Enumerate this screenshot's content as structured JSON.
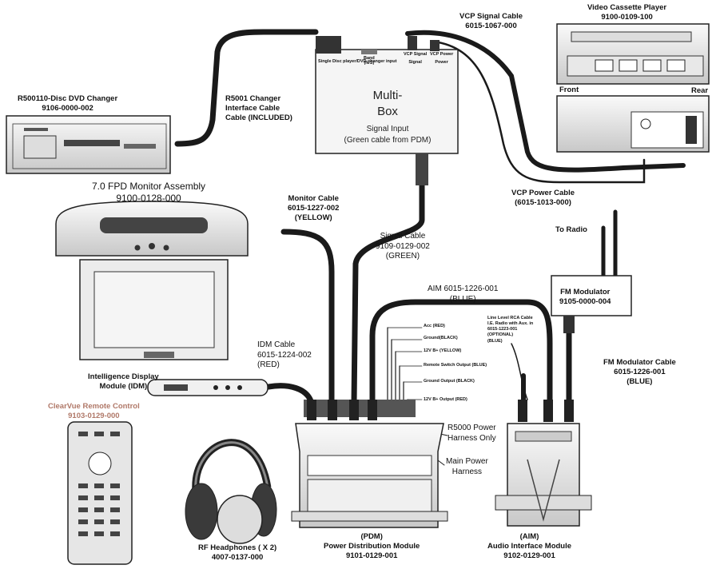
{
  "components": {
    "dvd_changer": {
      "name": "R500110-Disc DVD Changer",
      "part": "9106-0000-002"
    },
    "changer_cable": {
      "line1": "R5001 Changer",
      "line2": "Interface Cable",
      "line3": "Cable (INCLUDED)"
    },
    "multibox": {
      "title1": "Multi-",
      "title2": "Box",
      "signal_input1": "Signal Input",
      "signal_input2": "(Green cable from PDM)",
      "port_changer": "Single Disc player/DVD changer input",
      "port_band": "Band",
      "port_band2": "(N/S)",
      "port_vcp_signal": "VCP Signal",
      "port_vcp_power": "VCP Power",
      "port_signal": "Signal",
      "port_power": "Power"
    },
    "vcp_signal_cable": {
      "name": "VCP Signal Cable",
      "part": "6015-1067-000"
    },
    "vcr": {
      "name": "Video Cassette Player",
      "part": "9100-0109-100",
      "front": "Front",
      "rear": "Rear"
    },
    "vcp_power_cable": {
      "name": "VCP Power Cable",
      "part": "(6015-1013-000)"
    },
    "monitor": {
      "name": "7.0 FPD Monitor Assembly",
      "part": "9100-0128-000"
    },
    "monitor_cable": {
      "name": "Monitor Cable",
      "part": "6015-1227-002",
      "color": "(YELLOW)"
    },
    "signal_cable": {
      "name": "Signal Cable",
      "part": "9109-0129-002",
      "color": "(GREEN)"
    },
    "to_radio": "To Radio",
    "fm_modulator": {
      "name": "FM Modulator",
      "part": "9105-0000-004"
    },
    "aim_cable": {
      "name": "AIM 6015-1226-001",
      "color": "(BLUE)"
    },
    "wires": {
      "acc": "Acc (RED)",
      "ground": "Ground(BLACK)",
      "b12": "12V B+ (YELLOW)",
      "remote": "Remote Switch Output (BLUE)",
      "ground_out": "Ground Output (BLACK)",
      "b12_out": "12V B+ Output (RED)"
    },
    "line_level": {
      "l1": "Line Level RCA Cable",
      "l2": "I.E. Radio with Aux. in",
      "l3": "6015-1223-001",
      "l4": "(OPTIONAL)",
      "l5": "(BLUE)"
    },
    "fm_mod_cable": {
      "name": "FM Modulator Cable",
      "part": "6015-1226-001",
      "color": "(BLUE)"
    },
    "idm_cable": {
      "name": "IDM Cable",
      "part": "6015-1224-002",
      "color": "(RED)"
    },
    "idm": {
      "line1": "Intelligence Display",
      "line2": "Module (IDM)"
    },
    "remote": {
      "name": "ClearVue Remote Control",
      "part": "9103-0129-000"
    },
    "r5000_harness": {
      "line1": "R5000 Power",
      "line2": "Harness Only"
    },
    "main_harness": {
      "line1": "Main Power",
      "line2": "Harness"
    },
    "headphones": {
      "name": "RF Headphones ( X 2)",
      "part": "4007-0137-000"
    },
    "pdm": {
      "abbr": "(PDM)",
      "name": "Power Distribution Module",
      "part": "9101-0129-001"
    },
    "aim": {
      "abbr": "(AIM)",
      "name": "Audio Interface Module",
      "part": "9102-0129-001"
    }
  },
  "colors": {
    "cable": "#1a1a1a",
    "device_fill": "#f2f2f2",
    "device_stroke": "#222222",
    "remote_label": "#b07868"
  }
}
